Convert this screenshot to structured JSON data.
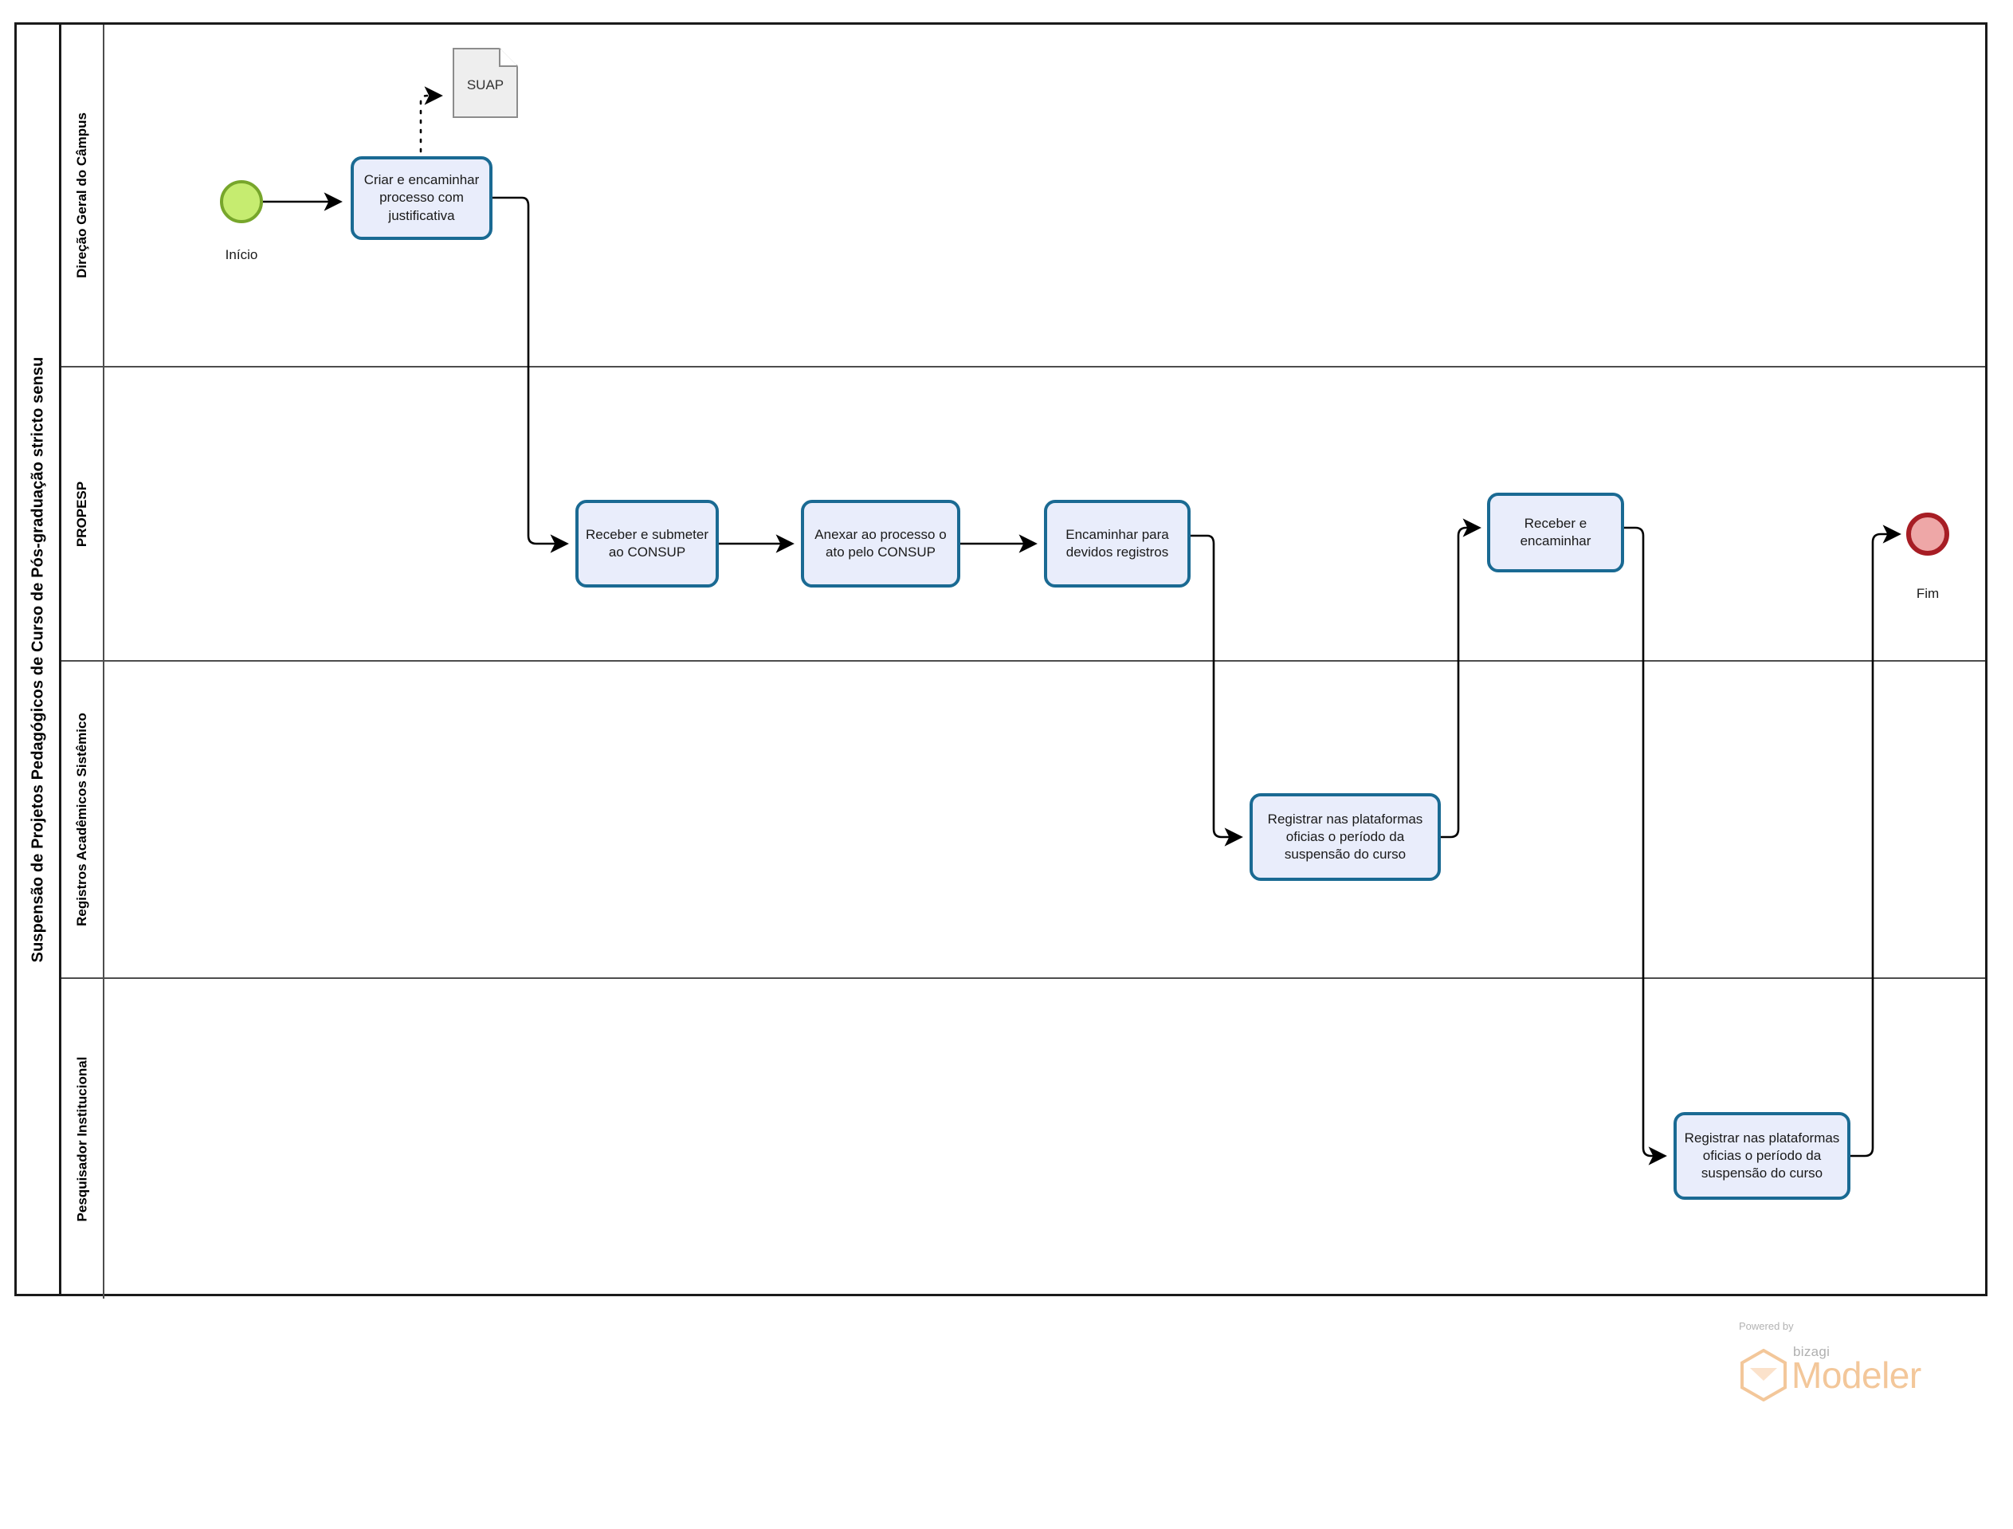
{
  "pool": {
    "title": "Suspensão de Projetos Pedagógicos de Curso de Pós-graduação stricto sensu"
  },
  "lanes": [
    {
      "id": "lane-direcao-geral",
      "label": "Direção Geral do Câmpus"
    },
    {
      "id": "lane-propesp",
      "label": "PROPESP"
    },
    {
      "id": "lane-registros",
      "label": "Registros Acadêmicos Sistêmico"
    },
    {
      "id": "lane-pesquisador",
      "label": "Pesquisador Institucional"
    }
  ],
  "events": {
    "start": {
      "label": "Início"
    },
    "end": {
      "label": "Fim"
    }
  },
  "data_objects": [
    {
      "id": "suap",
      "label": "SUAP"
    }
  ],
  "tasks": [
    {
      "id": "t1",
      "label": "Criar e encaminhar processo com justificativa",
      "lane": "lane-direcao-geral"
    },
    {
      "id": "t2",
      "label": "Receber e submeter ao CONSUP",
      "lane": "lane-propesp"
    },
    {
      "id": "t3",
      "label": "Anexar ao processo o ato pelo CONSUP",
      "lane": "lane-propesp"
    },
    {
      "id": "t4",
      "label": "Encaminhar para devidos registros",
      "lane": "lane-propesp"
    },
    {
      "id": "t5",
      "label": "Receber e encaminhar",
      "lane": "lane-propesp"
    },
    {
      "id": "t6",
      "label": "Registrar nas plataformas oficias o período da suspensão do curso",
      "lane": "lane-registros"
    },
    {
      "id": "t7",
      "label": "Registrar nas plataformas oficias o período da suspensão do curso",
      "lane": "lane-pesquisador"
    }
  ],
  "footer": {
    "powered_by": "Powered by",
    "brand": "bizagi",
    "product": "Modeler"
  },
  "colors": {
    "task_fill": "#e9edfb",
    "task_border": "#1a6a93",
    "start_fill": "#c6ec70",
    "start_border": "#77a62b",
    "end_fill": "#eea7a7",
    "end_border": "#a71d24",
    "data_fill": "#eeeeee",
    "data_border": "#8c8c8c",
    "pool_border": "#1a1a1a",
    "lane_border": "#4d4d4d",
    "flow": "#000000",
    "modeler_orange": "#f3c79a"
  }
}
